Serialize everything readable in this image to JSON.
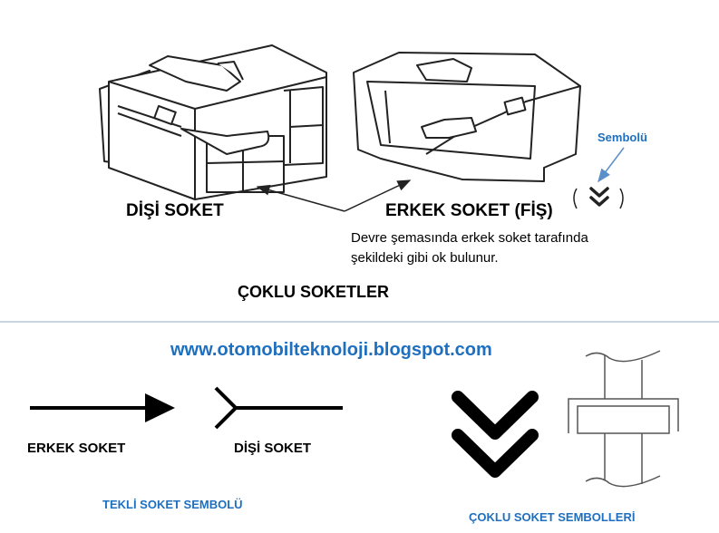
{
  "top": {
    "female_label": "DİŞİ SOKET",
    "male_label": "ERKEK SOKET (FİŞ)",
    "symbol_callout": "Sembolü",
    "description_line1": "Devre şemasında erkek soket tarafında",
    "description_line2": "şekildeki gibi ok bulunur.",
    "title": "ÇOKLU SOKETLER"
  },
  "url": "www.otomobilteknoloji.blogspot.com",
  "bottom": {
    "male_label": "ERKEK SOKET",
    "female_label": "DİŞİ SOKET",
    "single_caption": "TEKLİ SOKET SEMBOLÜ",
    "multi_caption": "ÇOKLU SOKET SEMBOLLERİ"
  },
  "colors": {
    "accent": "#1f6fbf",
    "divider": "#8fa8c8"
  }
}
